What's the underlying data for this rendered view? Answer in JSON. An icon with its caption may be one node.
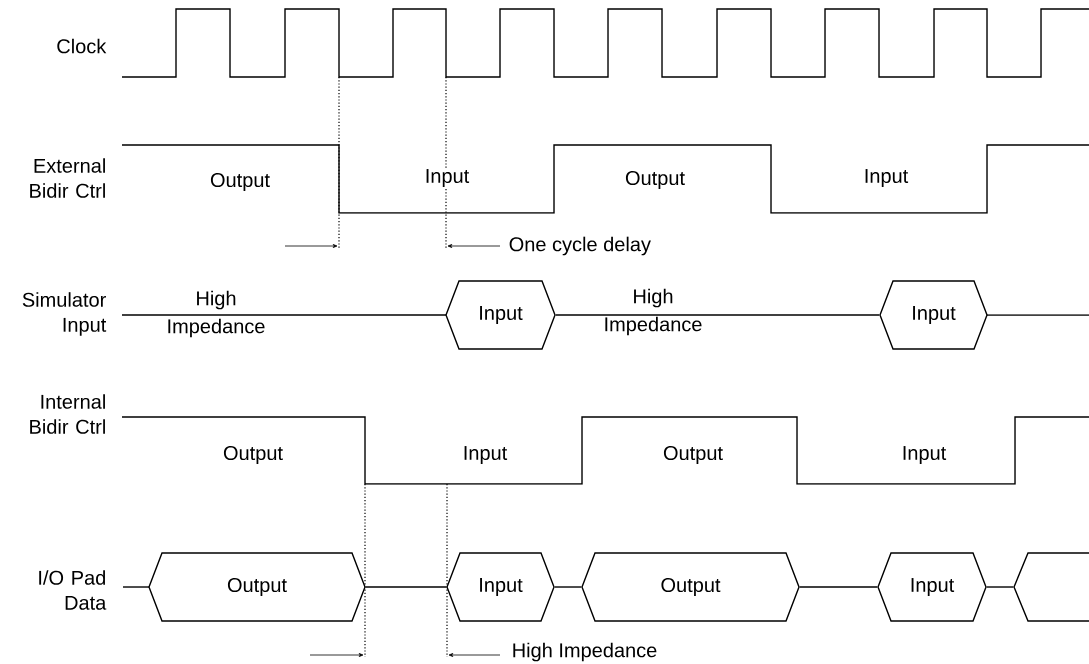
{
  "diagram": {
    "nodes": [
      {
        "text": [
          "Input"
        ]
      },
      {
        "text": [
          "Input"
        ]
      },
      {
        "text": [
          "Output"
        ]
      },
      {
        "text": [
          "Input"
        ]
      },
      {
        "text": [
          "Output"
        ]
      },
      {
        "text": [
          "Input"
        ]
      },
      {
        "text": [],
        "shape": "hexagon"
      }
    ],
    "edges": [
      {
        "from": 0,
        "to": 1,
        "arrow": "none"
      },
      {
        "from": 2,
        "to": 3,
        "arrow": "none"
      },
      {
        "from": 3,
        "to": 4,
        "arrow": "none"
      },
      {
        "from": 4,
        "to": 5,
        "arrow": "none"
      },
      {
        "from": 5,
        "to": 6,
        "arrow": "none"
      }
    ],
    "labels": [
      "Clock",
      "External Bidir Ctrl",
      "Output",
      "Input",
      "Output",
      "Input",
      "One cycle delay",
      "Simulator Input",
      "High Impedance",
      "High Impedance",
      "Internal Bidir Ctrl",
      "Output",
      "Input",
      "Output",
      "Input",
      "I/O Pad Data",
      "High Impedance"
    ]
  }
}
